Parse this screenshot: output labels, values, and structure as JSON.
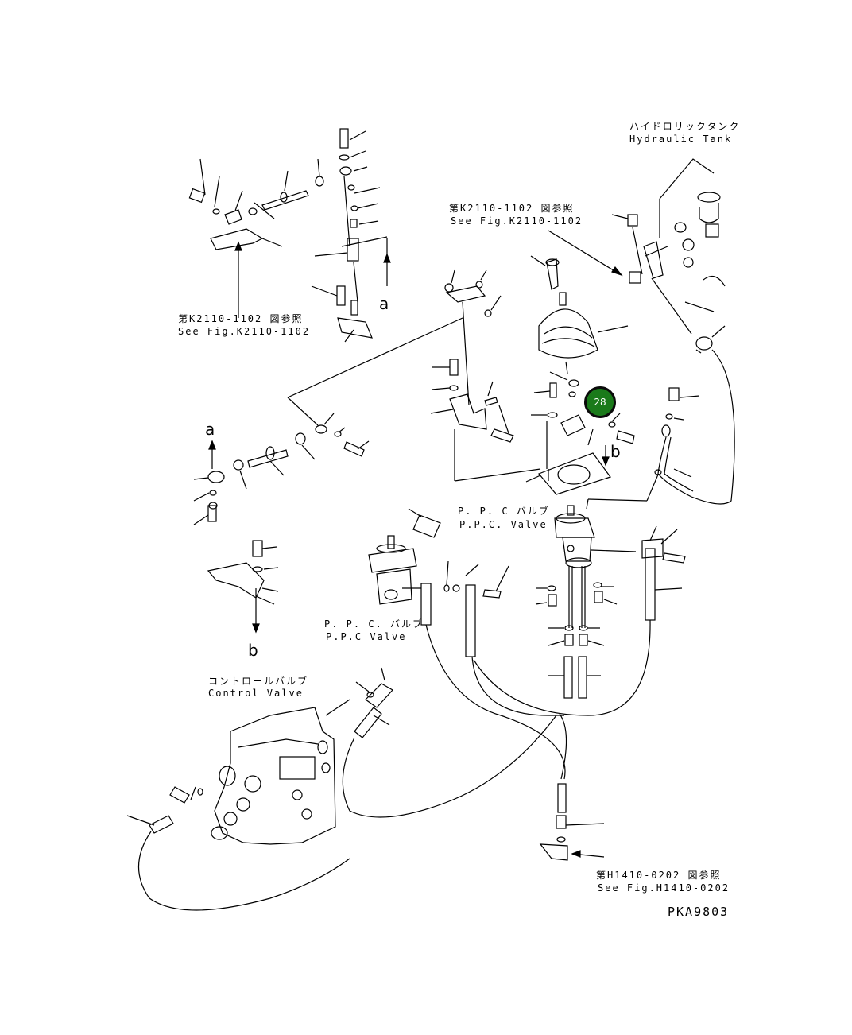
{
  "labels": {
    "hydraulic_tank_jp": "ハイドロリックタンク",
    "hydraulic_tank_en": "Hydraulic Tank",
    "ref_k2110_jp": "第K2110-1102 図参照",
    "ref_k2110_en": "See Fig.K2110-1102",
    "ref_k2110_left_jp": "第K2110-1102 図参照",
    "ref_k2110_left_en": "See Fig.K2110-1102",
    "ppc_right_jp": "P. P. C バルブ",
    "ppc_right_en": "P.P.C. Valve",
    "ppc_left_jp": "P. P. C. バルブ",
    "ppc_left_en": "P.P.C Valve",
    "control_valve_jp": "コントロールバルブ",
    "control_valve_en": "Control Valve",
    "ref_h1410_jp": "第H1410-0202 図参照",
    "ref_h1410_en": "See Fig.H1410-0202",
    "drawing_code": "PKA9803"
  },
  "markers": {
    "a_top": "a",
    "a_left": "a",
    "b_right": "b",
    "b_left": "b"
  },
  "callouts": [
    {
      "number": "28",
      "highlighted": true,
      "color": "#1a7a1a"
    }
  ]
}
